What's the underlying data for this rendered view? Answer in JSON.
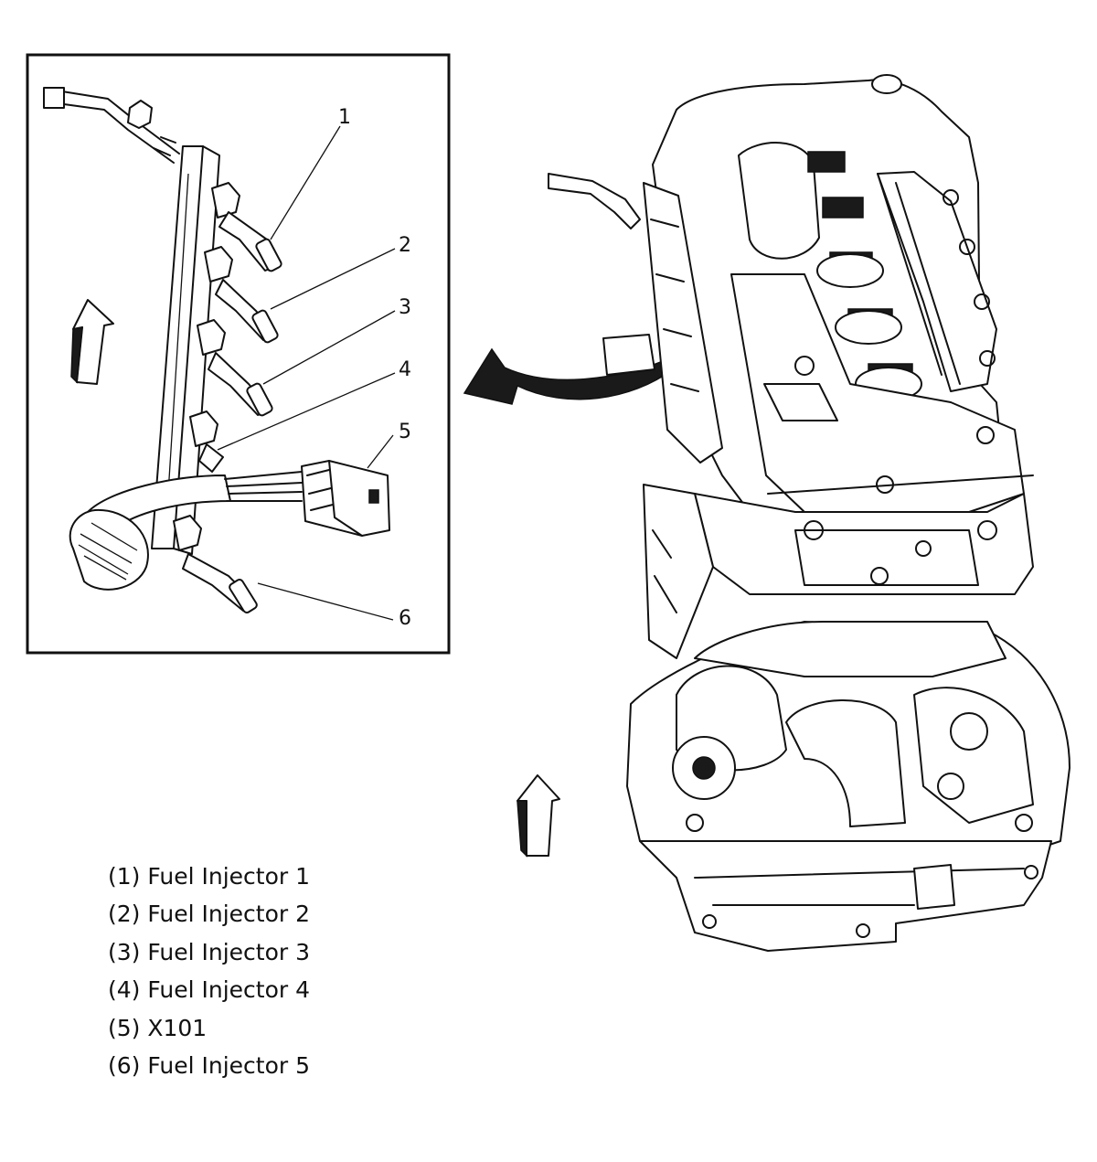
{
  "callouts": [
    "1",
    "2",
    "3",
    "4",
    "5",
    "6"
  ],
  "legend": [
    "(1) Fuel Injector 1",
    "(2) Fuel Injector 2",
    "(3) Fuel Injector 3",
    "(4) Fuel Injector 4",
    "(5) X101",
    "(6) Fuel Injector 5"
  ],
  "icons": {
    "direction_arrow": "up-arrow-icon",
    "pointer_arrow": "curved-arrow-icon"
  }
}
